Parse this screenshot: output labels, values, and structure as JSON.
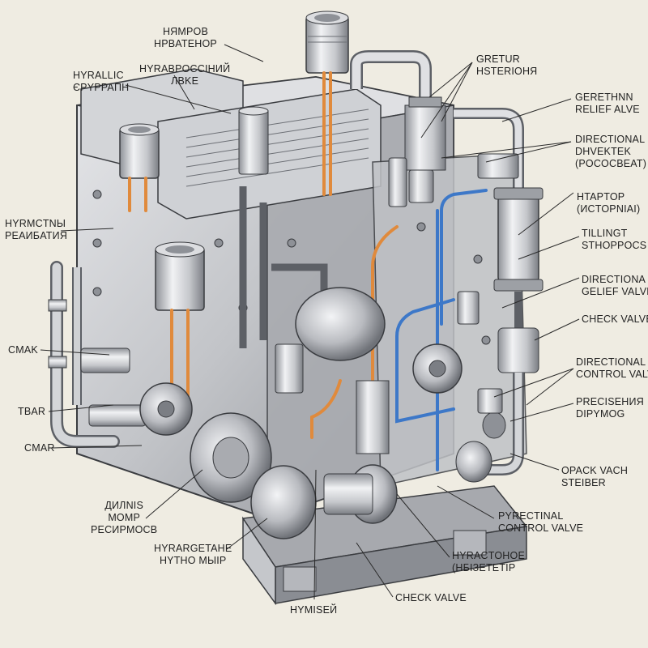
{
  "diagram": {
    "colors": {
      "background": "#efece2",
      "metal_light": "#d9dadd",
      "metal_mid": "#b7b9bd",
      "metal_dark": "#7d8086",
      "outline": "#3a3c40",
      "orange_line": "#e08a3c",
      "blue_line": "#3d78c8",
      "leader": "#2a2a2a"
    },
    "labels": {
      "hydraulic_header_top": [
        "HЯMPOB",
        "HPBATEHOP"
      ],
      "hyrallic_gruppan": [
        "HYRALLIC",
        "ЄPYPPAПH"
      ],
      "hyrabrossiny_lvke": [
        "HYRABPOCCIHИЙ",
        "ЛBKE"
      ],
      "gretur_hsterions": [
        "GRETUR",
        "HSTERIOHЯ"
      ],
      "gerethnn_relief": [
        "GERETHNN",
        "RELIEF ALVE"
      ],
      "directional_top": [
        "DIRECTIONAL",
        "DHVEKTEK",
        "(POCOCBEAT)"
      ],
      "htaptor": [
        "HTAPTOP",
        "(ИCTOPNIAI)"
      ],
      "tillingt": [
        "TILLINGT",
        "STHOPPOCS"
      ],
      "directiona_gelief": [
        "DIRECTIONA",
        "GELIEF VALVE"
      ],
      "check_valve_right": [
        "CHECK VALVE"
      ],
      "directional_control_right": [
        "DIRECTIONAL",
        "CONTROL VALVE"
      ],
      "preciseniya": [
        "PRECISEHИЯ",
        "DIPYMOG"
      ],
      "opack_vach": [
        "OPACK VACH",
        "STEIBER"
      ],
      "pyrectinal_control": [
        "PYRECTINAL",
        "CONTROL VALVE"
      ],
      "hyractohoe": [
        "HYRACTOHOE",
        "(HБIЗETETIP"
      ],
      "check_valve_bottom": [
        "CHECK VALVE"
      ],
      "hymiseyi": [
        "HYMISEЙ"
      ],
      "hyrargetane": [
        "HYRARGETAHE",
        "HYTHO MЫIP"
      ],
      "dilnis_momp": [
        "ДИЛNIS",
        "MOMP",
        "PECИPMOCB"
      ],
      "cmar_bottom": [
        "CMAR"
      ],
      "tbar": [
        "TBAR"
      ],
      "cmak": [
        "CMAK"
      ],
      "hyrmctny": [
        "HYRMCTNЫ",
        "PEAИБATИЯ"
      ]
    }
  }
}
